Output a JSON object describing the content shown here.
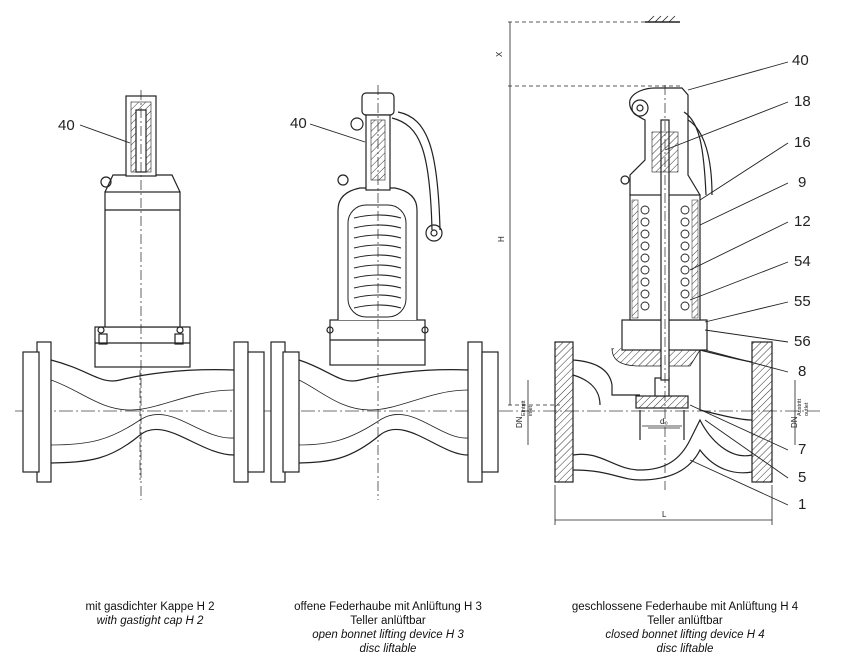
{
  "callouts": {
    "v1": {
      "c40": "40"
    },
    "v2": {
      "c40": "40"
    },
    "v3": {
      "c40": "40",
      "c18": "18",
      "c16": "16",
      "c9": "9",
      "c12": "12",
      "c54": "54",
      "c55": "55",
      "c56": "56",
      "c8": "8",
      "c7": "7",
      "c5": "5",
      "c1": "1"
    }
  },
  "dimensions": {
    "x": "X",
    "h": "H",
    "l": "L",
    "d0": "d₀",
    "dn_inlet": "DN",
    "dn_inlet_sub": "Eintritt",
    "dn_inlet_sub2": "inlet",
    "dn_outlet": "DN",
    "dn_outlet_sub": "Austritt",
    "dn_outlet_sub2": "outlet"
  },
  "captions": {
    "h2": {
      "de": "mit gasdichter Kappe H 2",
      "en": "with gastight cap H 2"
    },
    "h3": {
      "de1": "offene Federhaube mit Anlüftung H 3",
      "de2": "Teller anlüftbar",
      "en1": "open bonnet lifting device H 3",
      "en2": "disc liftable"
    },
    "h4": {
      "de1": "geschlossene Federhaube mit Anlüftung H 4",
      "de2": "Teller anlüftbar",
      "en1": "closed bonnet lifting device H 4",
      "en2": "disc liftable"
    }
  }
}
